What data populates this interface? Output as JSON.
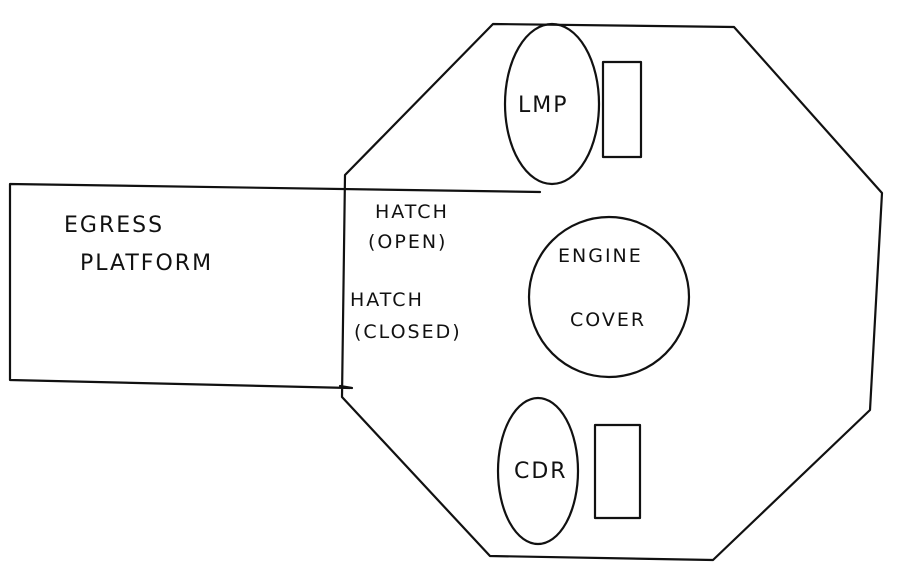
{
  "labels": {
    "egress_line1": "EGRESS",
    "egress_line2": "PLATFORM",
    "hatch_open_line1": "HATCH",
    "hatch_open_line2": "(OPEN)",
    "hatch_closed_line1": "HATCH",
    "hatch_closed_line2": "(CLOSED)",
    "lmp": "LMP",
    "engine_line1": "ENGINE",
    "engine_line2": "COVER",
    "cdr": "CDR"
  }
}
